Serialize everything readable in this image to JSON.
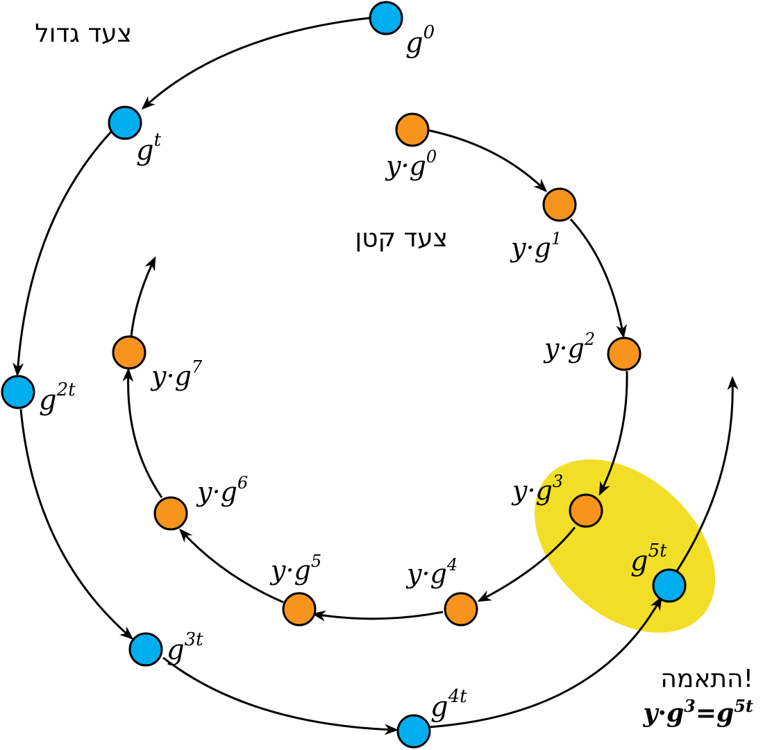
{
  "titles": {
    "giant_step": "צעד גדול",
    "baby_step": "צעד קטן",
    "match": "התאמה!"
  },
  "match_equation": {
    "lhs_base": "y",
    "dot": "·",
    "lhs_g": "g",
    "lhs_exp": "3",
    "eq": "=",
    "rhs_g": "g",
    "rhs_exp": "5t"
  },
  "giant_labels": [
    {
      "base": "g",
      "exp": "0"
    },
    {
      "base": "g",
      "exp": "t"
    },
    {
      "base": "g",
      "exp": "2t"
    },
    {
      "base": "g",
      "exp": "3t"
    },
    {
      "base": "g",
      "exp": "4t"
    },
    {
      "base": "g",
      "exp": "5t"
    }
  ],
  "baby_labels": [
    {
      "base": "y·g",
      "exp": "0"
    },
    {
      "base": "y·g",
      "exp": "1"
    },
    {
      "base": "y·g",
      "exp": "2"
    },
    {
      "base": "y·g",
      "exp": "3"
    },
    {
      "base": "y·g",
      "exp": "4"
    },
    {
      "base": "y·g",
      "exp": "5"
    },
    {
      "base": "y·g",
      "exp": "6"
    },
    {
      "base": "y·g",
      "exp": "7"
    }
  ],
  "colors": {
    "giant": "#00aeef",
    "baby": "#f7941d",
    "highlight": "#f2de27"
  }
}
